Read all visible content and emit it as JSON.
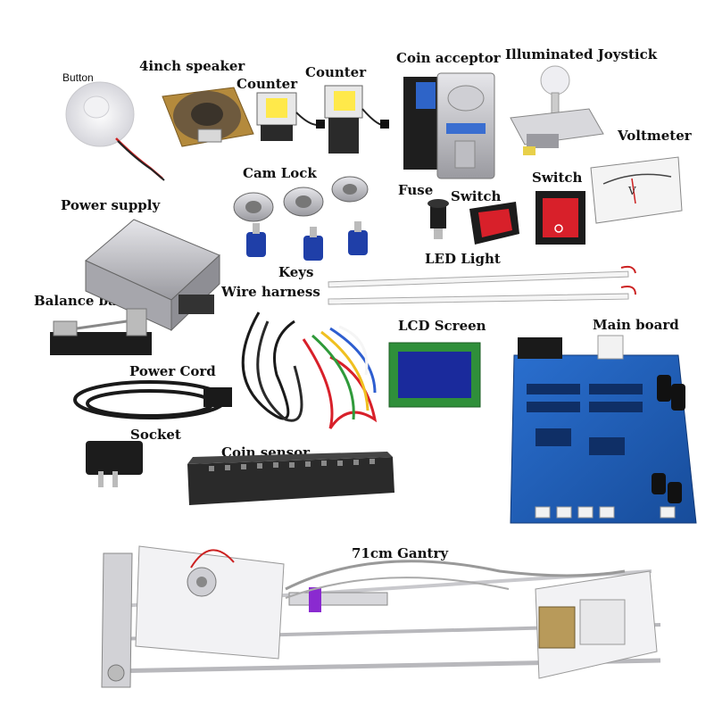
{
  "labels": {
    "button": "Button",
    "speaker": "4inch speaker",
    "counter1": "Counter",
    "counter2": "Counter",
    "coin_acceptor": "Coin acceptor",
    "joystick": "Illuminated Joystick",
    "voltmeter": "Voltmeter",
    "cam_lock": "Cam Lock",
    "power_supply": "Power supply",
    "fuse": "Fuse",
    "switch1": "Switch",
    "switch2": "Switch",
    "keys": "Keys",
    "led_light": "LED Light",
    "wire_harness": "Wire harness",
    "balance_bar": "Balance bar",
    "lcd_screen": "LCD Screen",
    "main_board": "Main board",
    "power_cord": "Power Cord",
    "socket": "Socket",
    "coin_sensor": "Coin sensor",
    "gantry": "71cm Gantry"
  },
  "colors": {
    "board_blue": "#1f5fb8",
    "switch_red": "#d8202a",
    "key_blue": "#1f3fa8",
    "lcd_blue": "#1a2a9c",
    "metal": "#b8b8bc"
  }
}
